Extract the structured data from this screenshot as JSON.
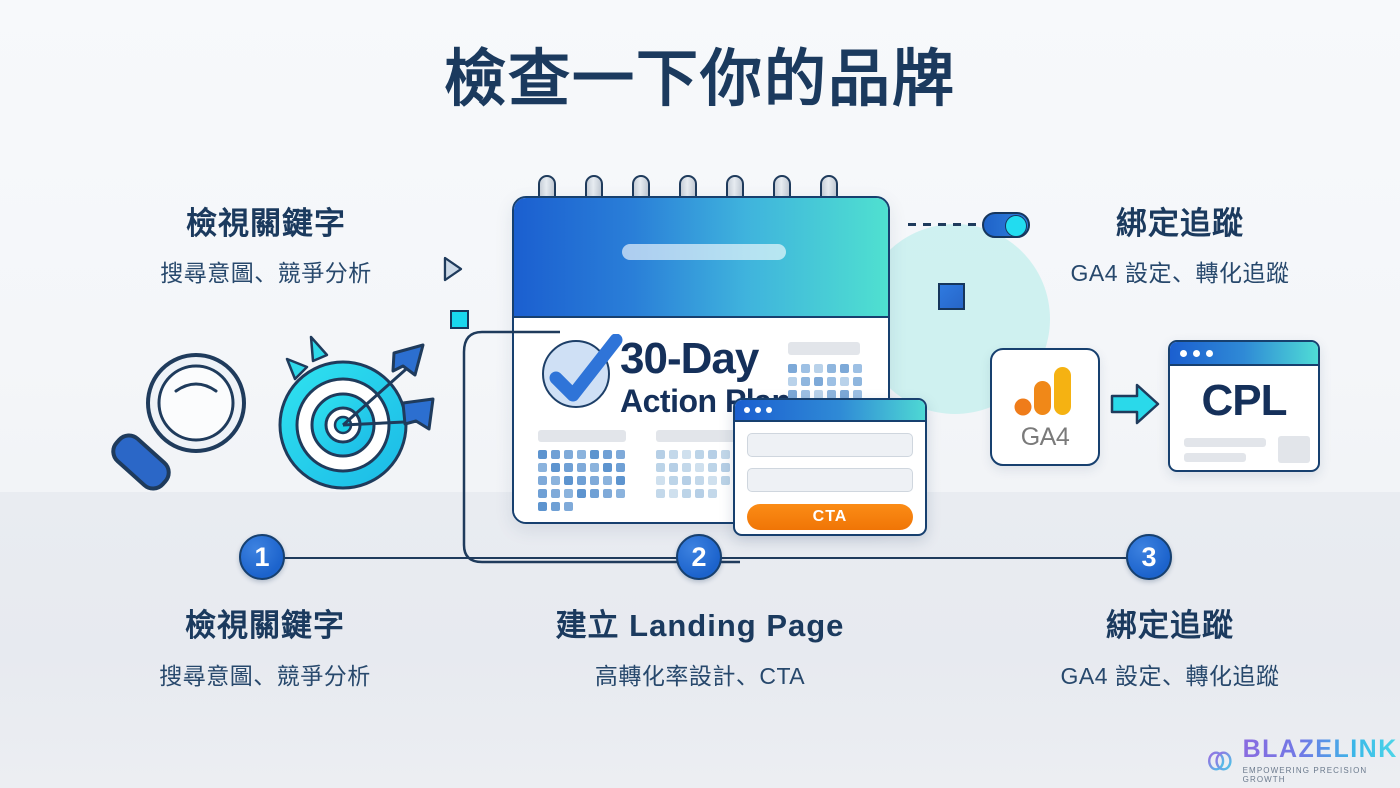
{
  "title": "檢查一下你的品牌",
  "labels": {
    "left": {
      "heading": "檢視關鍵字",
      "sub": "搜尋意圖、競爭分析"
    },
    "right": {
      "heading": "綁定追蹤",
      "sub": "GA4 設定、轉化追蹤"
    }
  },
  "steps": [
    {
      "number": "1",
      "heading": "檢視關鍵字",
      "sub": "搜尋意圖、競爭分析"
    },
    {
      "number": "2",
      "heading": "建立 Landing Page",
      "sub": "高轉化率設計、CTA"
    },
    {
      "number": "3",
      "heading": "綁定追蹤",
      "sub": "GA4 設定、轉化追蹤"
    }
  ],
  "calendar": {
    "title_line1": "30-Day",
    "title_line2": "Action Plan"
  },
  "landing_page": {
    "cta_label": "CTA"
  },
  "ga4_card": {
    "label": "GA4"
  },
  "cpl_card": {
    "label": "CPL"
  },
  "brand": {
    "name": "BLAZELINK",
    "tagline": "EMPOWERING PRECISION GROWTH"
  },
  "colors": {
    "navy": "#1b3a5e",
    "blue": "#1c63cc",
    "cyan": "#22dcf0",
    "teal": "#4fe0d0",
    "orange": "#f07506",
    "mint": "#c8f0ee",
    "background": "#f3f5f8"
  }
}
